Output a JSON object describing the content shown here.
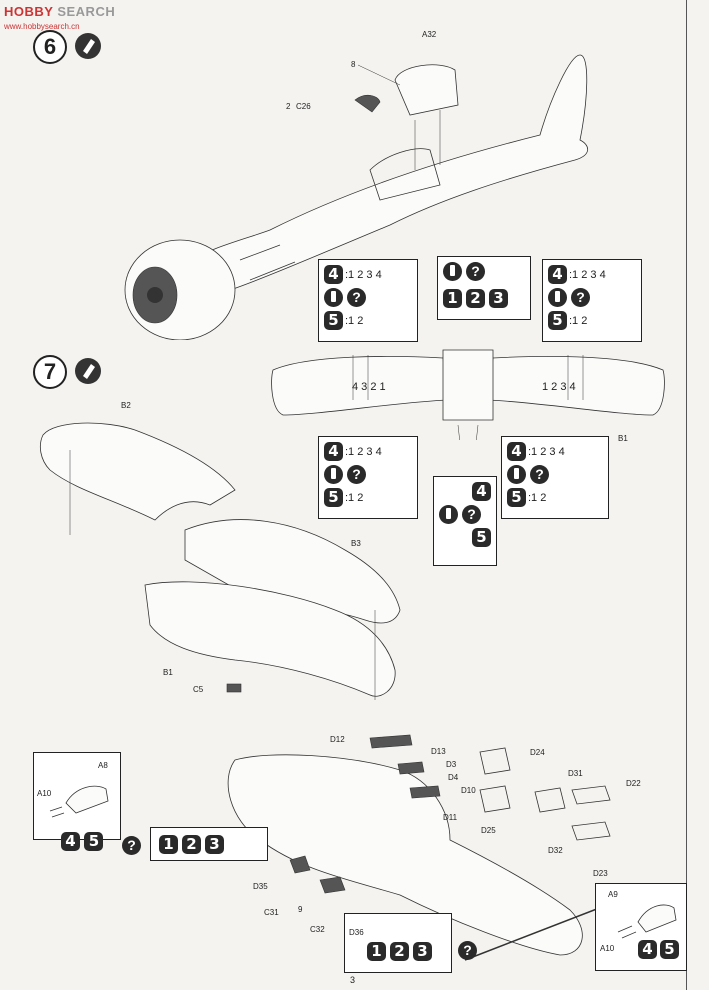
{
  "watermark": {
    "brand_a": "HOBBY",
    "brand_b": " SEARCH",
    "site": "www.hobbysearch.cn"
  },
  "steps": {
    "s6": "6",
    "s7": "7"
  },
  "parts": {
    "a32": "A32",
    "c26": "C26",
    "b1": "B1",
    "b2": "B2",
    "b3": "B3",
    "b1b": "B1",
    "c5": "C5",
    "d12": "D12",
    "d13": "D13",
    "d3": "D3",
    "d4": "D4",
    "d10": "D10",
    "d11": "D11",
    "d24": "D24",
    "d25": "D25",
    "d31": "D31",
    "d32": "D32",
    "d22": "D22",
    "d23": "D23",
    "d35": "D35",
    "c31": "C31",
    "c32": "C32",
    "d36": "D36",
    "a8": "A8",
    "a10": "A10",
    "a9": "A9",
    "a10b": "A10"
  },
  "callouts": {
    "c8": "8",
    "c2": "2",
    "c9": "9"
  },
  "codes": {
    "four": "4",
    "five": "5",
    "one": "1",
    "two": "2",
    "three": "3",
    "q": "?",
    "seq1234": ":1 2 3 4",
    "seq12": ":1 2",
    "left_marks": "4 3 2 1",
    "right_marks": "1 2 3 4"
  },
  "footer": {
    "page_number": "3"
  }
}
